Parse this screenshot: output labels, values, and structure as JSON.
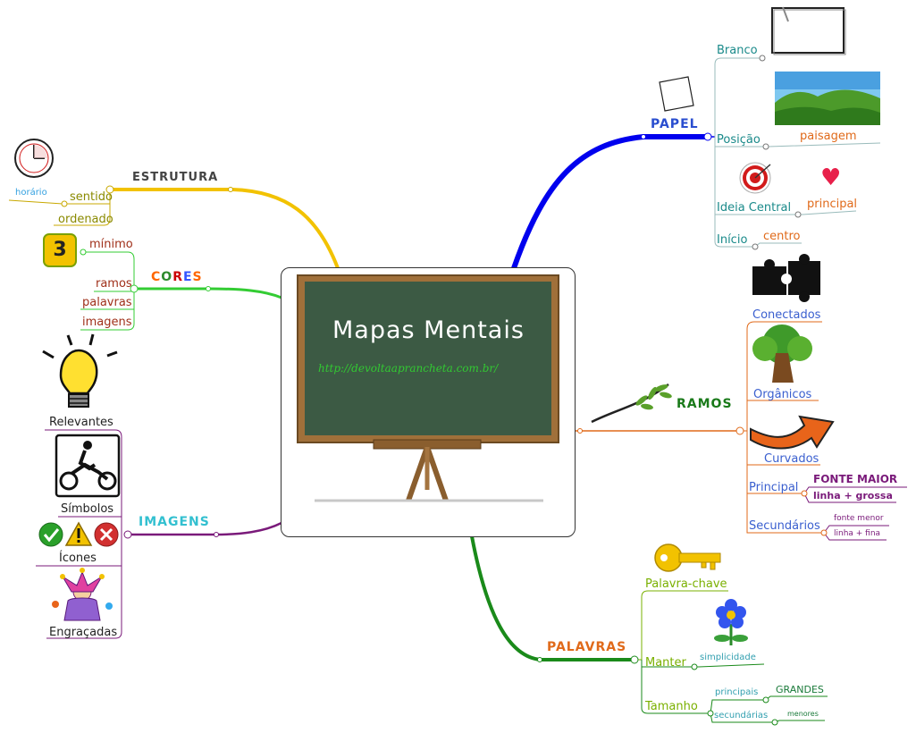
{
  "central": {
    "title": "Mapas Mentais",
    "url": "http://devoltaaprancheta.com.br/"
  },
  "papel": {
    "label": "PAPEL",
    "branco": "Branco",
    "posicao": "Posição",
    "paisagem": "paisagem",
    "ideia": "Ideia Central",
    "principal": "principal",
    "inicio": "Início",
    "centro": "centro"
  },
  "ramos": {
    "label": "RAMOS",
    "conectados": "Conectados",
    "organicos": "Orgânicos",
    "curvados": "Curvados",
    "principal": "Principal",
    "fonte_maior": "FONTE MAIOR",
    "linha_grossa": "linha + grossa",
    "secundarios": "Secundários",
    "fonte_menor": "fonte menor",
    "linha_fina": "linha + fina"
  },
  "palavras": {
    "label": "PALAVRAS",
    "palavra_chave": "Palavra-chave",
    "manter": "Manter",
    "simplicidade": "simplicidade",
    "tamanho": "Tamanho",
    "principais": "principais",
    "grandes": "GRANDES",
    "secundarias": "secundárias",
    "menores": "menores"
  },
  "estrutura": {
    "label": "ESTRUTURA",
    "sentido": "sentido",
    "horario": "horário",
    "ordenado": "ordenado"
  },
  "cores": {
    "letters": [
      "C",
      "O",
      "R",
      "E",
      "S"
    ],
    "letter_colors": [
      "#ff6600",
      "#2e8b2e",
      "#cc0000",
      "#3355ff",
      "#ff6600"
    ],
    "minimo": "mínimo",
    "minimo_badge": "3",
    "ramos": "ramos",
    "palavras": "palavras",
    "imagens": "imagens"
  },
  "imagens": {
    "label": "IMAGENS",
    "relevantes": "Relevantes",
    "simbolos": "Símbolos",
    "icones": "Ícones",
    "engracadas": "Engraçadas"
  },
  "colors": {
    "papel": "#0000ee",
    "ramos": "#e06a1a",
    "palavras": "#1a8a1a",
    "estrutura": "#f2c200",
    "cores": "#33cc33",
    "imagens": "#7a1a7a",
    "chalkboard": "#3c5a44",
    "frame": "#a0703a"
  }
}
